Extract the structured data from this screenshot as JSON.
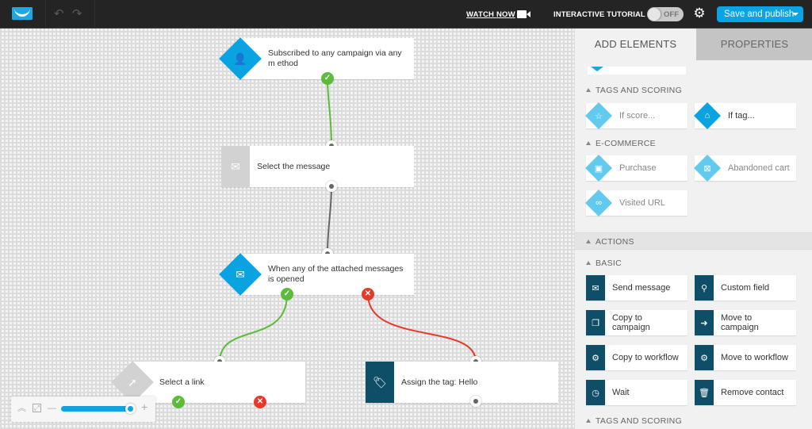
{
  "topbar": {
    "logo": "getresponse-logo",
    "undo_icon": "↶",
    "redo_icon": "↷",
    "watch_now": "WATCH NOW",
    "interactive_tutorial": "INTERACTIVE TUTORIAL",
    "toggle_state": "OFF",
    "gear_icon": "⚙",
    "publish_label": "Save and publish"
  },
  "canvas": {
    "nodes": [
      {
        "id": "n1",
        "label": "Subscribed to any campaign via any m ethod",
        "type": "condition",
        "icon": "person-icon",
        "icon_glyph": "👤"
      },
      {
        "id": "n2",
        "label": "Select the message",
        "type": "action-placeholder",
        "icon": "envelope-icon",
        "icon_glyph": "✉"
      },
      {
        "id": "n3",
        "label": "When any of the attached messages is opened",
        "type": "condition",
        "icon": "open-envelope-icon",
        "icon_glyph": "✉"
      },
      {
        "id": "n4",
        "label": "Select a link",
        "type": "condition-placeholder",
        "icon": "cursor-click-icon",
        "icon_glyph": "➚"
      },
      {
        "id": "n5",
        "label": "Assign the tag: Hello",
        "type": "action",
        "icon": "tag-icon",
        "icon_glyph": "🏷"
      }
    ],
    "badges": {
      "yes": "✓",
      "no": "✕"
    },
    "zoom": {
      "collapse_icon": "︽",
      "fit_icon": "⤢",
      "minus": "—",
      "plus": "+",
      "level_pct": 95
    }
  },
  "sidebar": {
    "tabs": [
      {
        "label": "ADD ELEMENTS",
        "active": true
      },
      {
        "label": "PROPERTIES",
        "active": false
      }
    ],
    "sections": [
      {
        "title": "TAGS AND SCORING",
        "items": [
          {
            "label": "If score...",
            "icon": "star-icon",
            "glyph": "☆",
            "active": false
          },
          {
            "label": "If tag...",
            "icon": "tag-icon",
            "glyph": "⌂",
            "active": true
          }
        ]
      },
      {
        "title": "E-COMMERCE",
        "items": [
          {
            "label": "Purchase",
            "icon": "wallet-icon",
            "glyph": "▣"
          },
          {
            "label": "Abandoned cart",
            "icon": "basket-icon",
            "glyph": "⊠"
          },
          {
            "label": "Visited URL",
            "icon": "link-icon",
            "glyph": "∞"
          }
        ]
      }
    ],
    "actions": {
      "title": "ACTIONS",
      "basic_title": "BASIC",
      "items": [
        {
          "label": "Send message",
          "icon": "envelope-icon",
          "glyph": "✉"
        },
        {
          "label": "Custom field",
          "icon": "person-field-icon",
          "glyph": "⚲"
        },
        {
          "label": "Copy to campaign",
          "icon": "copy-icon",
          "glyph": "❐"
        },
        {
          "label": "Move to campaign",
          "icon": "arrow-circle-icon",
          "glyph": "➜"
        },
        {
          "label": "Copy to workflow",
          "icon": "gear-copy-icon",
          "glyph": "⚙"
        },
        {
          "label": "Move to workflow",
          "icon": "gear-move-icon",
          "glyph": "⚙"
        },
        {
          "label": "Wait",
          "icon": "clock-icon",
          "glyph": "◷"
        },
        {
          "label": "Remove contact",
          "icon": "trash-icon",
          "glyph": "🗑"
        }
      ],
      "next_section": "TAGS AND SCORING"
    }
  },
  "colors": {
    "accent": "#09a4e6",
    "dark_action": "#0f4e67",
    "yes": "#5cbc3a",
    "no": "#e53a2a",
    "topbar": "#242424"
  }
}
